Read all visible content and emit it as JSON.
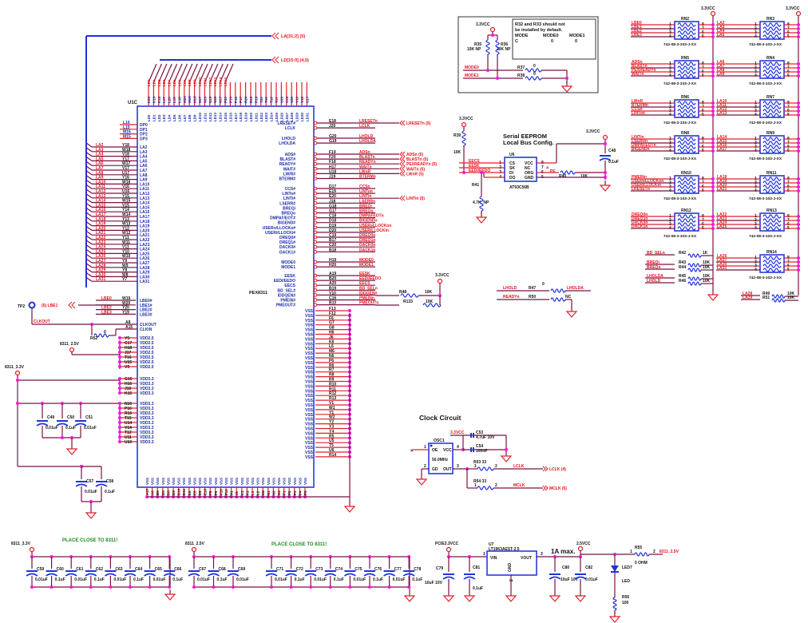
{
  "title": "PEX8311 Local Bus Schematic",
  "chip": {
    "ref": "U1C",
    "part": "PEX8311",
    "bus_la": "LA[31:2] (5)",
    "bus_ld": "LD[15:0] (4,5)",
    "top_pins": [
      "K20",
      "K19",
      "K18",
      "L17",
      "L20",
      "L19",
      "L18",
      "M20",
      "M19",
      "M18",
      "N17",
      "N20",
      "N19",
      "N18",
      "N17",
      "P20",
      "P19",
      "P18",
      "P17",
      "R20",
      "R19",
      "R18",
      "T20",
      "T19",
      "T18",
      "T17",
      "U20",
      "U19",
      "V20",
      "V19",
      "V18",
      "U17"
    ],
    "top_names": [
      "LD0",
      "LD1",
      "LD2",
      "LD3",
      "LD4",
      "LD5",
      "LD6",
      "LD7",
      "LD8",
      "LD9",
      "LD10",
      "LD11",
      "LD12",
      "LD13",
      "LD14",
      "LD15",
      "LD16",
      "LD17",
      "LD18",
      "LD19",
      "LD20",
      "LD21",
      "LD22",
      "LD23",
      "LD24",
      "LD25",
      "LD26",
      "LD27",
      "LD28",
      "LD29",
      "LD30",
      "LD31"
    ],
    "top_nets": [
      "LD0",
      "LD1",
      "LD2",
      "LD3",
      "LD4",
      "LD5",
      "LD6",
      "LD7",
      "LD8",
      "LD9",
      "LD10",
      "LD11",
      "LD12",
      "LD13",
      "LD14",
      "LD15"
    ],
    "dp": [
      {
        "pin": "L16",
        "name": "DP0"
      },
      {
        "pin": "L15",
        "name": "DP1"
      },
      {
        "pin": "M16",
        "name": "DP2"
      },
      {
        "pin": "M15",
        "name": "DP3"
      }
    ],
    "la": [
      {
        "net": "LA2",
        "pin": "Y18",
        "name": "LA2"
      },
      {
        "net": "LA3",
        "pin": "W18",
        "name": "LA3"
      },
      {
        "net": "LA4",
        "pin": "V18",
        "name": "LA4"
      },
      {
        "net": "LA5",
        "pin": "Y17",
        "name": "LA5"
      },
      {
        "net": "LA6",
        "pin": "W17",
        "name": "LA6"
      },
      {
        "net": "LA7",
        "pin": "V17",
        "name": "LA7"
      },
      {
        "net": "LA8",
        "pin": "U17",
        "name": "LA8"
      },
      {
        "net": "LA9",
        "pin": "Y16",
        "name": "LA9"
      },
      {
        "net": "LA10",
        "pin": "W16",
        "name": "LA10"
      },
      {
        "net": "LA11",
        "pin": "V16",
        "name": "LA11"
      },
      {
        "net": "LA12",
        "pin": "U16",
        "name": "LA12"
      },
      {
        "net": "LA13",
        "pin": "Y15",
        "name": "LA13"
      },
      {
        "net": "LA14",
        "pin": "W15",
        "name": "LA14"
      },
      {
        "net": "LA15",
        "pin": "V15",
        "name": "LA15"
      },
      {
        "net": "LA16",
        "pin": "Y14",
        "name": "LA16"
      },
      {
        "net": "LA17",
        "pin": "W14",
        "name": "LA17"
      },
      {
        "net": "LA18",
        "pin": "Y13",
        "name": "LA18"
      },
      {
        "net": "LA19",
        "pin": "W13",
        "name": "LA19"
      },
      {
        "net": "LA20",
        "pin": "Y12",
        "name": "LA20"
      },
      {
        "net": "LA21",
        "pin": "W12",
        "name": "LA21"
      },
      {
        "net": "LA22",
        "pin": "Y11",
        "name": "LA22"
      },
      {
        "net": "LA23",
        "pin": "W11",
        "name": "LA23"
      },
      {
        "net": "LA24",
        "pin": "V11",
        "name": "LA24"
      },
      {
        "net": "LA25",
        "pin": "Y10",
        "name": "LA25"
      },
      {
        "net": "LA26",
        "pin": "W10",
        "name": "LA26"
      },
      {
        "net": "LA27",
        "pin": "Y9",
        "name": "LA27"
      },
      {
        "net": "LA28",
        "pin": "W9",
        "name": "LA28"
      },
      {
        "net": "LA29",
        "pin": "Y8",
        "name": "LA29"
      },
      {
        "net": "LA30",
        "pin": "W8",
        "name": "LA30"
      },
      {
        "net": "LA31",
        "pin": "Y7",
        "name": "LA31"
      }
    ],
    "lbe": [
      {
        "net": "LBE0",
        "pin": "W19",
        "name": "LBE0#"
      },
      {
        "net": "",
        "pin": "W20",
        "name": "LBE1#"
      },
      {
        "net": "LBE2",
        "pin": "Y20",
        "name": "LBE2#"
      },
      {
        "net": "LBE3",
        "pin": "Y19",
        "name": "LBE3#"
      }
    ],
    "tp": "TP2",
    "tp_net": "(5) LBE1",
    "clk": [
      {
        "pin": "A8",
        "name": "CLKOUT"
      },
      {
        "pin": "A15",
        "name": "CLKIN"
      }
    ],
    "clkout_net": "CLKOUT",
    "r52": "R52",
    "r52_val": "0",
    "vdd25_net": "8311_2.5V",
    "vdd25": [
      {
        "pin": "Y5"
      },
      {
        "pin": "C17"
      },
      {
        "pin": "H18"
      },
      {
        "pin": "J17"
      },
      {
        "pin": "T16"
      },
      {
        "pin": "U15"
      },
      {
        "pin": "V9"
      }
    ],
    "vdd25_name": "VDD2.5",
    "vdd33_net": "8311_3.3V",
    "vdd33a": [
      {
        "pin": "G16"
      },
      {
        "pin": "H16"
      },
      {
        "pin": "J16"
      },
      {
        "pin": "K16"
      }
    ],
    "vdd33b": [
      {
        "pin": "N16"
      },
      {
        "pin": "P16"
      },
      {
        "pin": "R16"
      },
      {
        "pin": "T15"
      },
      {
        "pin": "U14"
      },
      {
        "pin": "V14"
      },
      {
        "pin": "T12"
      },
      {
        "pin": "U11"
      },
      {
        "pin": "U10"
      }
    ],
    "vdd33_name": "VDD3.3",
    "right_groups": [
      [
        {
          "name": "LRESET#",
          "pin": "E18",
          "net": "LRESETn",
          "ext": "LRESETn (5)"
        },
        {
          "name": "LCLK",
          "pin": "J20",
          "net": "LCLK",
          "ext": ""
        }
      ],
      [
        {
          "name": "LHOLD",
          "pin": "G20",
          "net": "LHOLD",
          "ext": ""
        },
        {
          "name": "LHOLDA",
          "pin": "G19",
          "net": "LHOLDA",
          "ext": ""
        }
      ],
      [
        {
          "name": "ADS#",
          "pin": "F19",
          "net": "ADSn",
          "ext": "ADSn (5)"
        },
        {
          "name": "BLAST#",
          "pin": "F20",
          "net": "BLASTn",
          "ext": "BLASTn (5)"
        },
        {
          "name": "READY#",
          "pin": "F18",
          "net": "READYn",
          "ext": "PEXREADYn (5)"
        },
        {
          "name": "WAIT#",
          "pin": "H17",
          "net": "WAITn",
          "ext": "WAITn (5)"
        },
        {
          "name": "LW/R#",
          "pin": "U18",
          "net": "LWnR",
          "ext": "LWnR (5)"
        },
        {
          "name": "BTERM#",
          "pin": "J19",
          "net": "BTERMn",
          "ext": ""
        }
      ],
      [
        {
          "name": "CCS#",
          "pin": "D17",
          "net": "CCSn",
          "ext": ""
        },
        {
          "name": "LINTo#",
          "pin": "E19",
          "net": "LINTon",
          "ext": ""
        },
        {
          "name": "LINTi#",
          "pin": "E20",
          "net": "LINTin",
          "ext": "LINTin (5)"
        },
        {
          "name": "LSERR#",
          "pin": "J18",
          "net": "LSERRn",
          "ext": ""
        },
        {
          "name": "BREQi",
          "pin": "G18",
          "net": "BREQi",
          "ext": ""
        },
        {
          "name": "BREQo",
          "pin": "G17",
          "net": "BREQo",
          "ext": ""
        },
        {
          "name": "DMPAF/EOT#",
          "pin": "C18",
          "net": "DMPAFEOTn",
          "ext": ""
        },
        {
          "name": "BIGEND#",
          "pin": "D18",
          "net": "BIGENDn",
          "ext": ""
        },
        {
          "name": "USERo/LLOCKo#",
          "pin": "D19",
          "net": "USERoLLOCKon",
          "ext": ""
        },
        {
          "name": "USERi/LLOCKi#",
          "pin": "D20",
          "net": "USERiLLOCKin",
          "ext": ""
        },
        {
          "name": "DREQ0#",
          "pin": "C19",
          "net": "DREQ0n",
          "ext": ""
        },
        {
          "name": "DREQ1#",
          "pin": "B17",
          "net": "DREQ1n",
          "ext": ""
        },
        {
          "name": "DACK0#",
          "pin": "C20",
          "net": "DACK0n",
          "ext": ""
        },
        {
          "name": "DACK1#",
          "pin": "B18",
          "net": "DACK1n",
          "ext": ""
        }
      ],
      [
        {
          "name": "MODE0",
          "pin": "H19",
          "net": "MODE0",
          "ext": ""
        },
        {
          "name": "MODE1",
          "pin": "H20",
          "net": "MODE1",
          "ext": ""
        }
      ],
      [
        {
          "name": "EESK",
          "pin": "A19",
          "net": "EESK",
          "ext": ""
        },
        {
          "name": "EEDI/EEDO",
          "pin": "B20",
          "net": "EEDI/EEDO",
          "ext": ""
        },
        {
          "name": "EECS",
          "pin": "A20",
          "net": "EECS",
          "ext": ""
        },
        {
          "name": "BD_SEL#",
          "pin": "B19",
          "net": "BD_SELn",
          "ext": ""
        },
        {
          "name": "IDDQEN#",
          "pin": "V10",
          "net": "IDDQENn",
          "ext": ""
        },
        {
          "name": "PMEIN#",
          "pin": "C16",
          "net": "PMEINn",
          "ext": ""
        },
        {
          "name": "PMEOUT#",
          "pin": "B10",
          "net": "PMEOUTn",
          "ext": ""
        }
      ]
    ],
    "vss_pins": [
      "F13",
      "F12",
      "F6",
      "G7",
      "G8",
      "H6",
      "J6",
      "K6",
      "L6",
      "M6",
      "N6",
      "P6",
      "R6",
      "R7",
      "R8",
      "R9",
      "R10",
      "R11",
      "R12",
      "R13",
      "V1",
      "W1",
      "Y1",
      "W2",
      "Y2",
      "Y3",
      "Y4",
      "R5",
      "U5",
      "T5",
      "U6",
      "R14"
    ],
    "vss_bottom": [
      "A17",
      "A6",
      "B6",
      "D6",
      "D8",
      "D9",
      "D10",
      "D11",
      "E6",
      "E8",
      "E9",
      "E10",
      "F8",
      "F9",
      "F10",
      "F11",
      "H1",
      "J1",
      "K1",
      "K2",
      "L1",
      "L2",
      "M1",
      "N1",
      "N2",
      "N3",
      "P1",
      "P2",
      "P3",
      "P4",
      "P5"
    ],
    "vss_name": "VSS",
    "r48": {
      "ref": "R48",
      "val": "10K"
    },
    "r133": {
      "ref": "R133",
      "val": "10K"
    },
    "vcc": "3.3VCC"
  },
  "mode_box": {
    "vcc": "3.3VCC",
    "r35": "R35",
    "r35_val": "10K NP",
    "r36": "R36",
    "r36_val": "10K NP",
    "note1": "R32 and R33 should not",
    "note2": "be installed by default.",
    "headers": [
      "MODE",
      "MODE0",
      "MODE1"
    ],
    "row": [
      "C",
      "0",
      "0"
    ],
    "nets": [
      "MODE0",
      "MODE1"
    ],
    "r37": "R37",
    "r37_val": "0",
    "r38": "R38",
    "r38_val": "0"
  },
  "eeprom": {
    "title1": "Serial EEPROM",
    "title2": "Local Bus Config.",
    "ref": "U6",
    "part": "AT93C56B",
    "vcc": "3.3VCC",
    "r39": "R39",
    "r39_val": "10K",
    "r41": "R41",
    "r41_val": "4.7K_NP",
    "r40": "R40",
    "r40_val": "10K",
    "c48": "C48",
    "c48_val": "0.1uF",
    "nets": [
      "EECS",
      "EESK",
      "EEDI/EEDO"
    ],
    "left_pins": [
      {
        "n": "1",
        "name": "CS"
      },
      {
        "n": "2",
        "name": "SK"
      },
      {
        "n": "3",
        "name": "DI"
      },
      {
        "n": "4",
        "name": "DO"
      }
    ],
    "right_pins": [
      {
        "n": "8",
        "name": "VCC"
      },
      {
        "n": "7",
        "name": "NC"
      },
      {
        "n": "6",
        "name": "ORG"
      },
      {
        "n": "5",
        "name": "GND"
      }
    ],
    "nc_label": "PE"
  },
  "hold": {
    "r47": "R47",
    "r47_val": "0",
    "left1": "LHOLD",
    "right1": "LHOLDA",
    "r50": "R50",
    "r50_val": "NC",
    "left2": "READYn"
  },
  "rnets": {
    "vcc": "3.3VCC",
    "part": "742-08-3-103-J-XX",
    "left": [
      {
        "ref": "RN2",
        "nets": [
          "LBE0",
          "LBE1",
          "LBE2",
          "LBE3"
        ]
      },
      {
        "ref": "RN5",
        "nets": [
          "ADSn",
          "BLASTn",
          "PEXREADYn",
          "WAITn"
        ]
      },
      {
        "ref": "RN6",
        "nets": [
          "LWnR",
          "BTERMn",
          "CCSn",
          "LINTon"
        ]
      },
      {
        "ref": "RN8",
        "nets": [
          "LINTin",
          "LSERRn",
          "DMPAFEOTn",
          "BIGENDn"
        ]
      },
      {
        "ref": "RN10",
        "nets": [
          "PMEINn",
          "USERoLLOCKon",
          "USERiLLOCKin",
          "LRESETn"
        ]
      },
      {
        "ref": "RN12",
        "nets": [
          "DREQ0n",
          "DREQ1n",
          "DACK0n",
          "DACK1n"
        ]
      }
    ],
    "right": [
      {
        "ref": "RN3",
        "nets": [
          "LA2",
          "LA3",
          "LA4",
          "LA5"
        ]
      },
      {
        "ref": "RN4",
        "nets": [
          "LA6",
          "LA7",
          "LA8",
          "LA9"
        ]
      },
      {
        "ref": "RN7",
        "nets": [
          "LA10",
          "LA11",
          "LA12",
          "LA13"
        ]
      },
      {
        "ref": "RN9",
        "nets": [
          "LA14",
          "LA15",
          "LA16",
          "LA17"
        ]
      },
      {
        "ref": "RN11",
        "nets": [
          "LA18",
          "LA19",
          "LA20",
          "LA21"
        ]
      },
      {
        "ref": "RN13",
        "nets": [
          "LA22",
          "LA23",
          "LA24",
          "LA25"
        ]
      },
      {
        "ref": "RN14",
        "nets": [
          "LA26",
          "LA27",
          "LA30",
          "LA31"
        ]
      }
    ],
    "singles_left": [
      {
        "net": "BD_SELn",
        "ref": "R42",
        "val": "1K"
      },
      {
        "net": "BREQi",
        "ref": "R43",
        "val": "10K"
      },
      {
        "net": "BREQo",
        "ref": "R44",
        "val": "10K"
      },
      {
        "net": "LHOLDA",
        "ref": "R45",
        "val": "10K"
      },
      {
        "net": "LHOLD",
        "ref": "R46",
        "val": "10K"
      }
    ],
    "singles_right": [
      {
        "net": "LA28",
        "ref": "R49",
        "val": "10K"
      },
      {
        "net": "LA29",
        "ref": "R51",
        "val": "10K"
      }
    ]
  },
  "clock": {
    "title": "Clock Circuit",
    "vcc": "3.3VCC",
    "osc": "OSC1",
    "freq": "50.0MHz",
    "pins": {
      "oe": "OE",
      "vcc": "VCC",
      "gd": "GD",
      "out": "OUT",
      "p1": "1",
      "p2": "2",
      "p3": "3",
      "p4": "4"
    },
    "c53": "C53",
    "c53_val": "4.7uF 10V",
    "c54": "C54",
    "c54_val": "100nF",
    "r53": "R53 33",
    "r54": "R54 33",
    "n1": "1",
    "n2": "2",
    "lclk": "LCLK",
    "lclk_ext": "LCLK (4)",
    "mclk": "MCLK",
    "mclk_ext": "MCLK (5)"
  },
  "decap": {
    "c49": {
      "ref": "C49",
      "val": "0.01uF"
    },
    "c50": {
      "ref": "C50",
      "val": "0.1uF"
    },
    "c51": {
      "ref": "C51",
      "val": "0.01uF"
    },
    "c57": {
      "ref": "C57",
      "val": "0.01uF"
    },
    "c58": {
      "ref": "C58",
      "val": "0.1uF"
    },
    "place_note": "PLACE CLOSE TO 8311!",
    "row1_net": "8311_3.3V",
    "row1": [
      {
        "ref": "C59",
        "val": "0.01uF"
      },
      {
        "ref": "C60",
        "val": "0.1uF"
      },
      {
        "ref": "C61",
        "val": "0.01uF"
      },
      {
        "ref": "C62",
        "val": "0.1uF"
      },
      {
        "ref": "C63",
        "val": "0.01uF"
      },
      {
        "ref": "C64",
        "val": "0.1uF"
      },
      {
        "ref": "C65",
        "val": "0.01uF"
      },
      {
        "ref": "C66",
        "val": "0.1uF"
      }
    ],
    "row2_net": "8311_2.5V",
    "row2a": [
      {
        "ref": "C67",
        "val": "0.01uF"
      },
      {
        "ref": "C68",
        "val": "0.1uF"
      },
      {
        "ref": "C69",
        "val": "0.01uF"
      }
    ],
    "row2b": [
      {
        "ref": "C71",
        "val": "0.01uF"
      },
      {
        "ref": "C72",
        "val": "0.1uF"
      },
      {
        "ref": "C73",
        "val": "0.01uF"
      },
      {
        "ref": "C74",
        "val": "0.1uF"
      },
      {
        "ref": "C75",
        "val": "0.01uF"
      },
      {
        "ref": "C76",
        "val": "0.1uF"
      },
      {
        "ref": "C77",
        "val": "0.01uF"
      },
      {
        "ref": "C78",
        "val": "0.1uF"
      }
    ]
  },
  "regulator": {
    "vin_net": "PCIE3.3VCC",
    "ref": "U7",
    "part": "LT1963AEST-2.5",
    "vin": "VIN",
    "vout": "VOUT",
    "gnd": "GND",
    "p1": "1",
    "p2": "2",
    "p3": "3",
    "max": "1A max.",
    "vout_net": "2.5VCC",
    "c79": "C79",
    "c79_val": "10uF 10V",
    "c81": "C81",
    "c81_val": "0.1uF",
    "c80": "C80",
    "c80_val": "10uF 10V",
    "c82": "C82",
    "c82_val": "0.01uF",
    "r55": "R55",
    "r55_val": "0 OHM",
    "r55_out": "8311_2.5V",
    "led": "LED7",
    "led_val": "LED",
    "r56": "R56",
    "r56_val": "100",
    "n1": "1",
    "n2": "2"
  }
}
